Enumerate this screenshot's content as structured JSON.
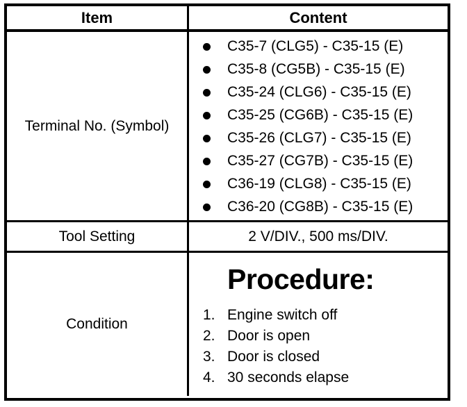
{
  "table": {
    "headers": {
      "item": "Item",
      "content": "Content"
    },
    "rows": {
      "terminal": {
        "label": "Terminal No. (Symbol)",
        "bullets": [
          "C35-7 (CLG5) - C35-15 (E)",
          "C35-8 (CG5B) - C35-15 (E)",
          "C35-24 (CLG6) - C35-15 (E)",
          "C35-25 (CG6B) - C35-15 (E)",
          "C35-26 (CLG7) - C35-15 (E)",
          "C35-27 (CG7B) - C35-15 (E)",
          "C36-19 (CLG8) - C35-15 (E)",
          "C36-20 (CG8B) - C35-15 (E)"
        ]
      },
      "tool_setting": {
        "label": "Tool Setting",
        "value": "2 V/DIV., 500 ms/DIV."
      },
      "condition": {
        "label": "Condition",
        "procedure_title": "Procedure:",
        "steps": [
          {
            "number": "1.",
            "text": "Engine switch off"
          },
          {
            "number": "2.",
            "text": "Door is open"
          },
          {
            "number": "3.",
            "text": "Door is closed"
          },
          {
            "number": "4.",
            "text": "30 seconds elapse"
          }
        ]
      }
    }
  },
  "colors": {
    "border": "#000000",
    "text": "#000000",
    "background": "#ffffff"
  }
}
